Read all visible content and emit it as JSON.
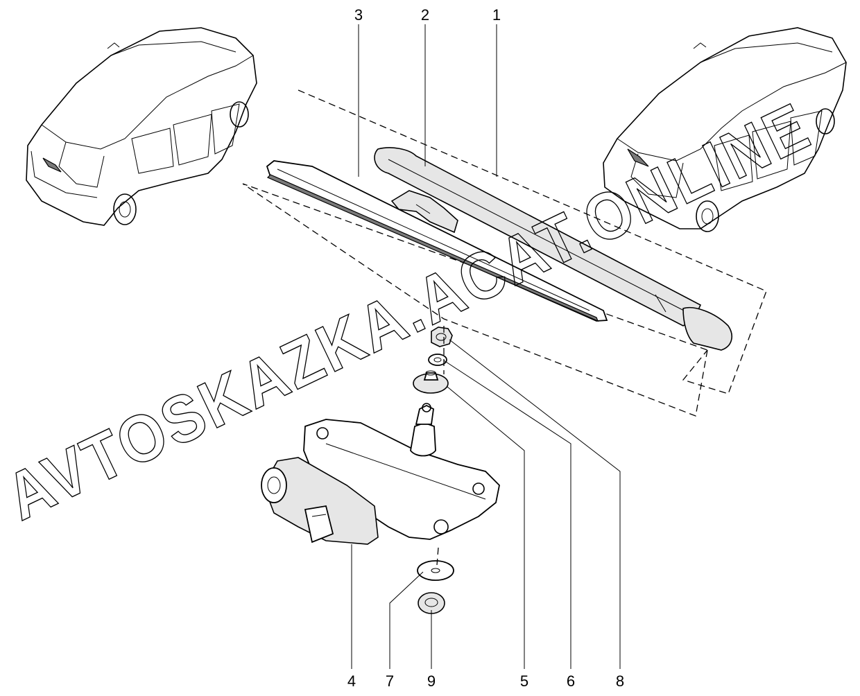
{
  "callouts": {
    "c1": "1",
    "c2": "2",
    "c3": "3",
    "c4": "4",
    "c5": "5",
    "c6": "6",
    "c7": "7",
    "c8": "8",
    "c9": "9"
  },
  "watermark": {
    "text": "AVTOSKAZKA.ACAT.ONLINE"
  },
  "colors": {
    "line": "#000000",
    "background": "#ffffff"
  }
}
